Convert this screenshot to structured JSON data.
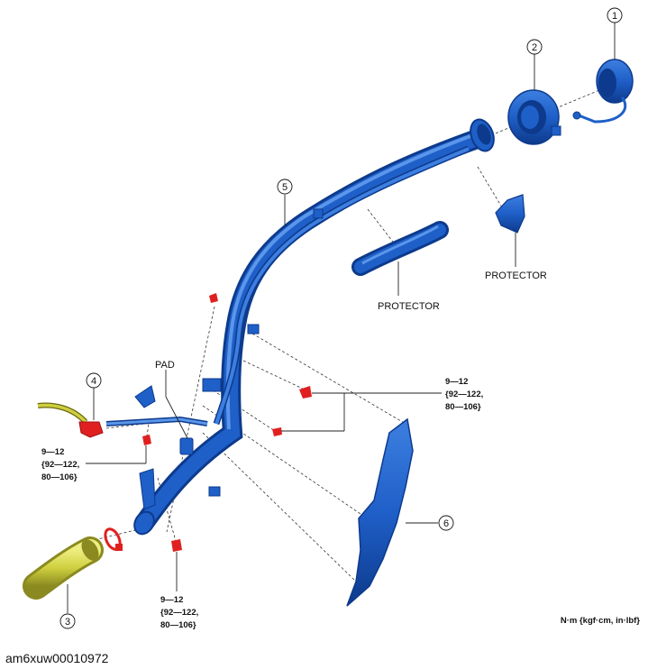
{
  "callouts": [
    "1",
    "2",
    "3",
    "4",
    "5",
    "6"
  ],
  "labels": {
    "protector_right": "PROTECTOR",
    "protector_center": "PROTECTOR",
    "pad": "PAD"
  },
  "torque_specs": {
    "right": [
      "9—12",
      "{92—122,",
      "80—106}"
    ],
    "left": [
      "9—12",
      "{92—122,",
      "80—106}"
    ],
    "bottom": [
      "9—12",
      "{92—122,",
      "80—106}"
    ]
  },
  "units_note": "N·m {kgf·cm, in·lbf}",
  "image_id": "am6xuw00010972",
  "colors": {
    "part_blue": "#1f5fc8",
    "part_blue_dark": "#0d3a8c",
    "bolt_red": "#e02020",
    "hose_yellow": "#d8d84a"
  }
}
